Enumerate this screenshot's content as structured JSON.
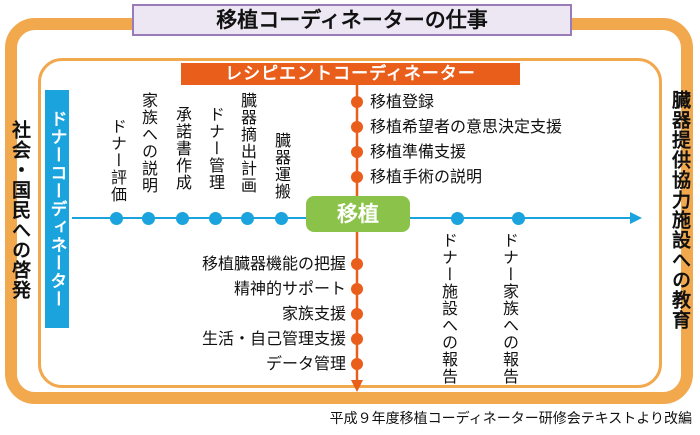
{
  "title": "移植コーディネーターの仕事",
  "recipient_coordinator": "レシピエントコーディネーター",
  "donor_coordinator": "ドナーコーディネーター",
  "left_side": "社会・国民への啓発",
  "right_side": "臓器提供協力施設への教育",
  "center_label": "移植",
  "donor_steps": [
    "ドナー評価",
    "家族への説明",
    "承諾書作成",
    "ドナー管理",
    "臓器摘出計画",
    "臓器運搬"
  ],
  "recipient_upper": [
    "移植登録",
    "移植希望者の意思決定支援",
    "移植準備支援",
    "移植手術の説明"
  ],
  "recipient_lower": [
    "移植臓器機能の把握",
    "精神的サポート",
    "家族支援",
    "生活・自己管理支援",
    "データ管理"
  ],
  "reports": [
    "ドナー施設への報告",
    "ドナー家族への報告"
  ],
  "footer": "平成９年度移植コーディネーター研修会テキストより改編",
  "colors": {
    "orange_frame": "#f2a84d",
    "recipient_orange": "#e95e1b",
    "donor_blue": "#1aa3dc",
    "transplant_green": "#8bc34a",
    "title_purple": "#9b7bb7",
    "title_bg": "#ede6f3"
  }
}
